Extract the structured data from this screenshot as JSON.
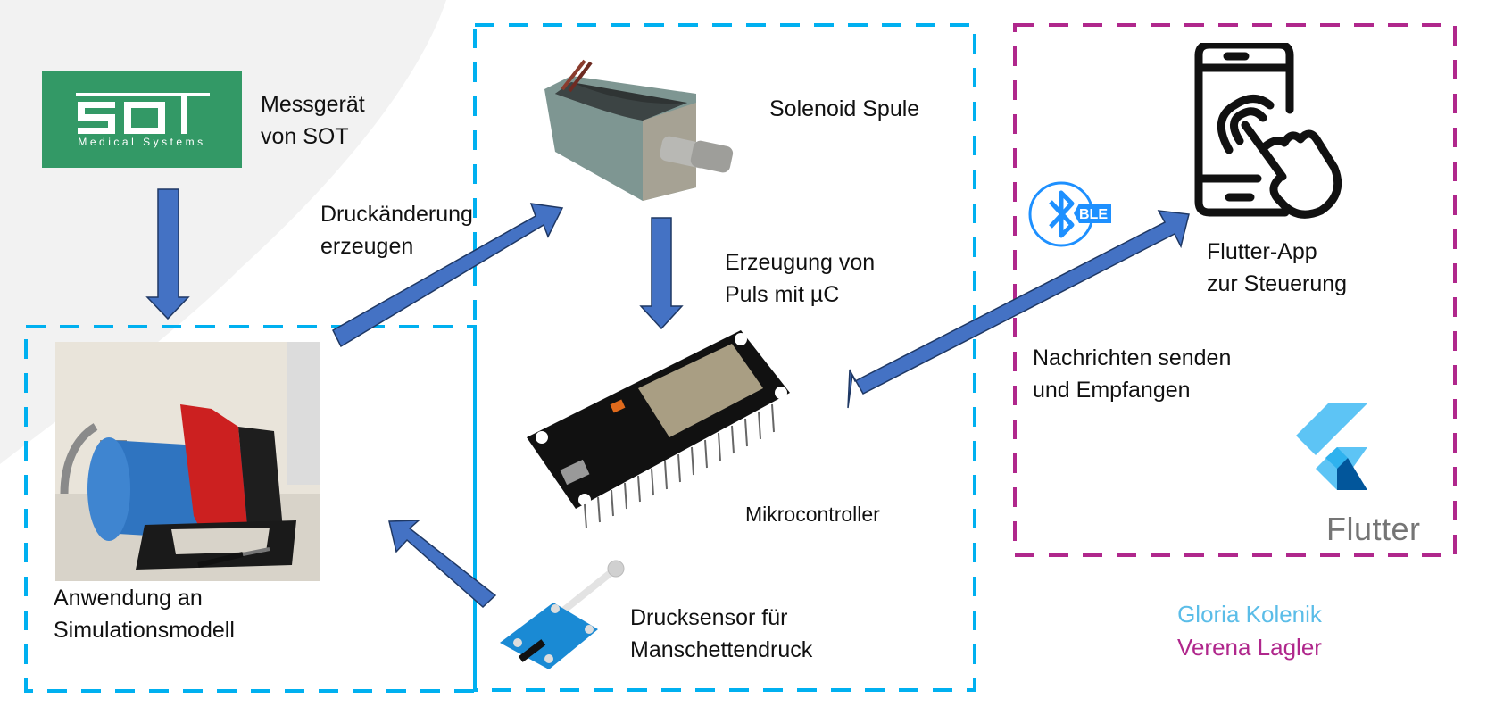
{
  "colors": {
    "arrow_fill": "#4472c4",
    "arrow_stroke": "#1f3864",
    "hardware_box": "#00b0f0",
    "app_box": "#b0278c",
    "background_blob": "#f2f2f2",
    "sot_green": "#339966",
    "ble_blue": "#1e90ff",
    "author1": "#5bbde8",
    "author2": "#b0278c"
  },
  "sot": {
    "logo_text": "SOT",
    "logo_subtitle": "Medical Systems",
    "label_line1": "Messgerät",
    "label_line2": "von SOT"
  },
  "simulation": {
    "label_line1": "Anwendung an",
    "label_line2": "Simulationsmodell"
  },
  "pressure_change": {
    "label_line1": "Druckänderung",
    "label_line2": "erzeugen"
  },
  "solenoid": {
    "label": "Solenoid Spule"
  },
  "pulse": {
    "label_line1": "Erzeugung von",
    "label_line2": "Puls mit µC"
  },
  "microcontroller": {
    "label": "Mikrocontroller"
  },
  "sensor": {
    "label_line1": "Drucksensor für",
    "label_line2": "Manschettendruck"
  },
  "app": {
    "label_line1": "Flutter-App",
    "label_line2": "zur Steuerung",
    "ble_badge": "BLE",
    "flutter_word": "Flutter"
  },
  "messages": {
    "label_line1": "Nachrichten senden",
    "label_line2": "und Empfangen"
  },
  "authors": [
    "Gloria Kolenik",
    "Verena Lagler"
  ]
}
